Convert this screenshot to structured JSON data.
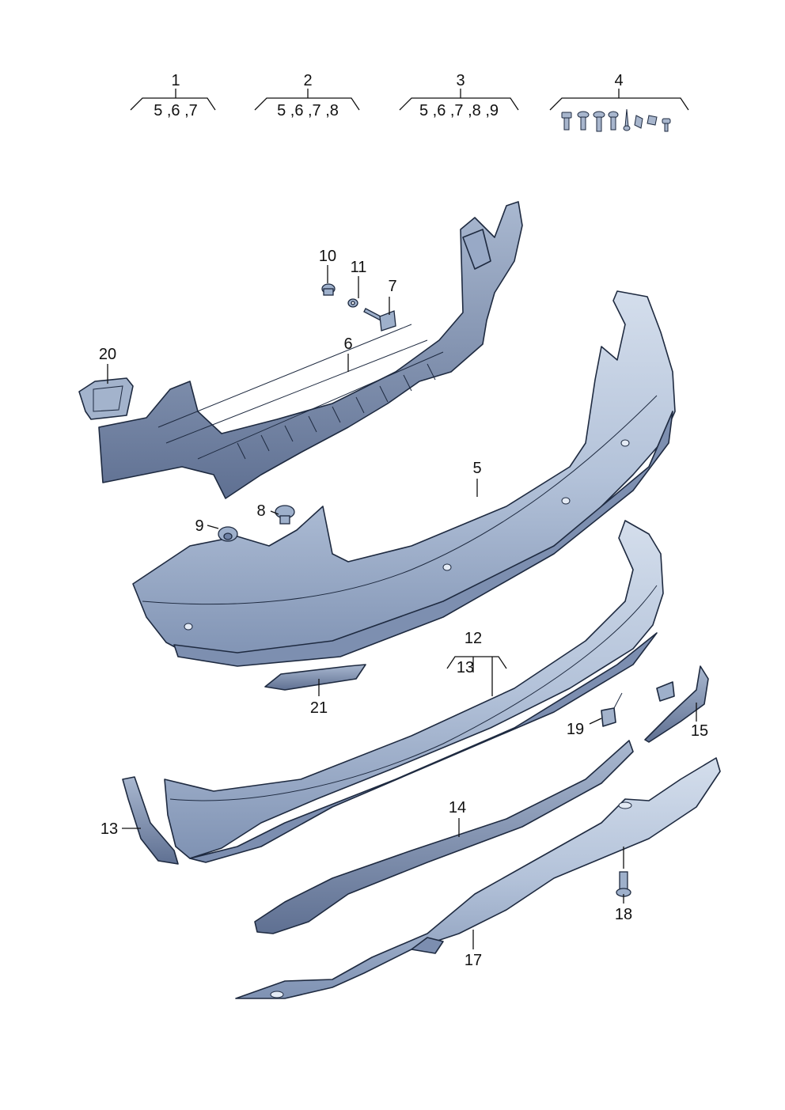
{
  "groups": [
    {
      "number": "1",
      "contents": "5 ,6 ,7"
    },
    {
      "number": "2",
      "contents": "5 ,6 ,7 ,8"
    },
    {
      "number": "3",
      "contents": "5 ,6 ,7 ,8 ,9"
    },
    {
      "number": "4",
      "contents": ""
    }
  ],
  "callouts": {
    "c5": "5",
    "c6": "6",
    "c7": "7",
    "c8": "8",
    "c9": "9",
    "c10": "10",
    "c11": "11",
    "c12": "12",
    "c13a": "13",
    "c13b": "13",
    "c14": "14",
    "c15": "15",
    "c17": "17",
    "c18": "18",
    "c19": "19",
    "c20": "20",
    "c21": "21"
  },
  "colors": {
    "part_fill": "#b8c6dc",
    "part_shade": "#8ea1c0",
    "part_dark": "#5f7092",
    "outline": "#1e2a40"
  }
}
